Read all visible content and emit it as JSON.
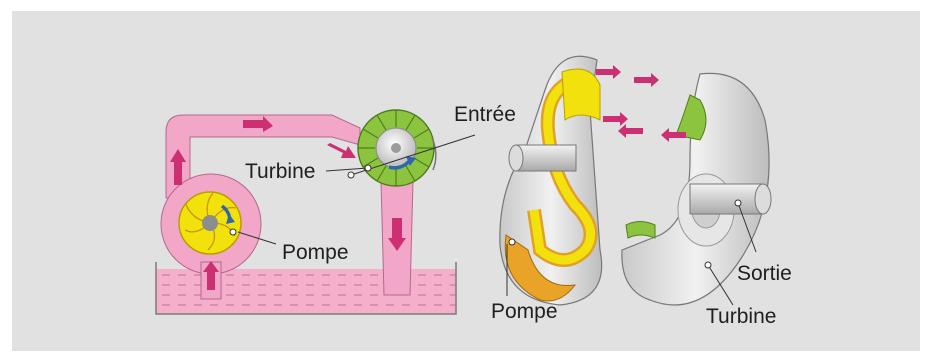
{
  "labels": {
    "entree": "Entrée",
    "turbine_left": "Turbine",
    "pompe_left": "Pompe",
    "pompe_right": "Pompe",
    "sortie": "Sortie",
    "turbine_right": "Turbine"
  },
  "colors": {
    "background": "#e1e1e1",
    "fluid_pink": "#f2a6c8",
    "arrow_magenta": "#cc2f72",
    "turbine_green": "#8dc43f",
    "pump_yellow": "#f2e10c",
    "metal_grey": "#d6d6d6"
  }
}
